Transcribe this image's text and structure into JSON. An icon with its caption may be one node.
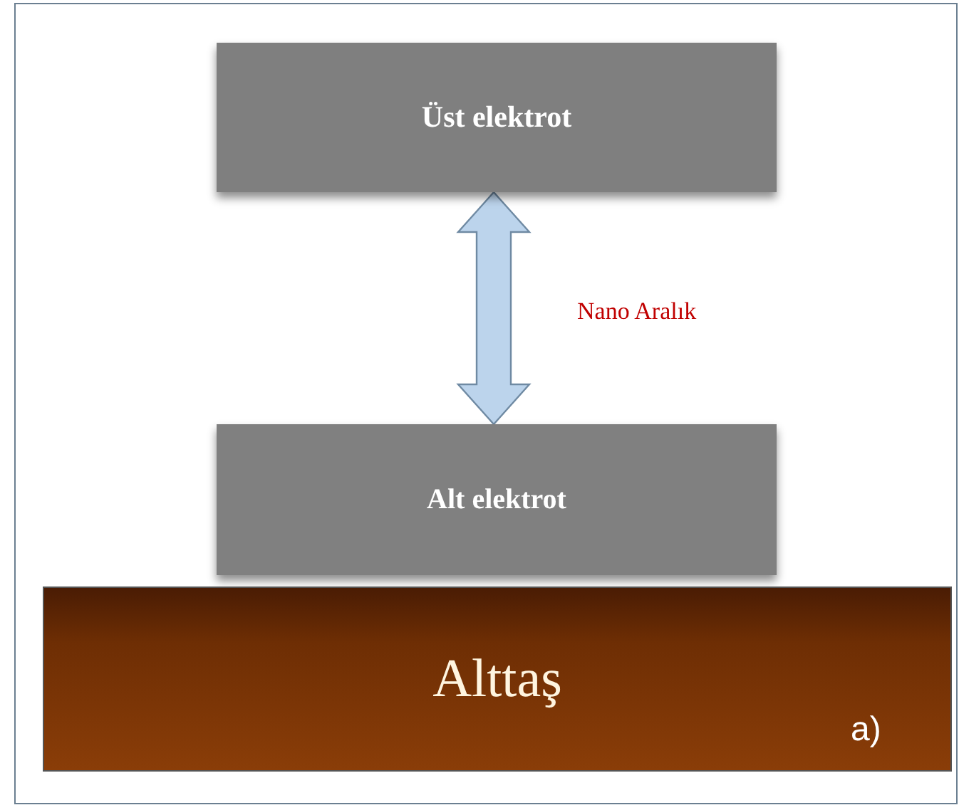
{
  "diagram": {
    "nodes": [
      {
        "text": [
          "Üst elektrot"
        ]
      },
      {
        "text": [
          "Alt elektrot"
        ]
      },
      {
        "text": [
          "Alttaş"
        ]
      }
    ],
    "edges": [
      {
        "from": 0,
        "to": 1,
        "arrow": "both",
        "label": "Nano Aralık",
        "color": "#bcd4ec"
      }
    ],
    "labels": [
      "a)"
    ]
  }
}
